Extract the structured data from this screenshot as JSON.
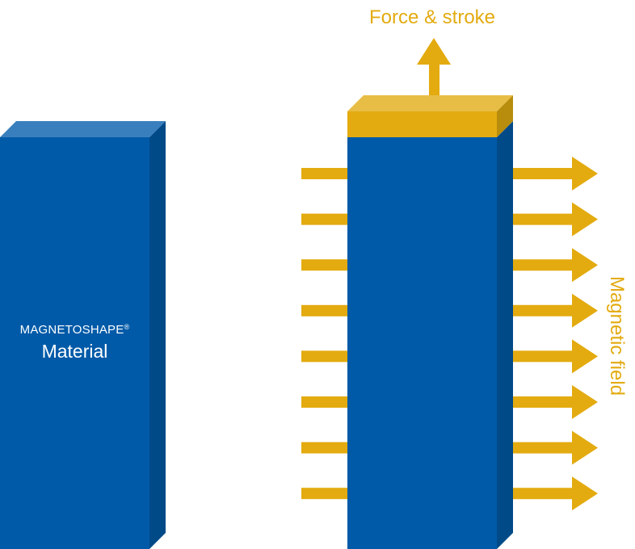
{
  "material_label": {
    "brand": "MAGNETOSHAPE",
    "registered_mark": "®",
    "name": "Material"
  },
  "force_label": "Force & stroke",
  "field_label": "Magnetic field",
  "field_arrow_count": 8,
  "colors": {
    "block_front": "#005aa8",
    "block_top": "#3a7fbd",
    "block_side": "#004a88",
    "gold": "#e3ab10",
    "gold_top": "#e8bd45",
    "gold_side": "#b88c0c"
  }
}
